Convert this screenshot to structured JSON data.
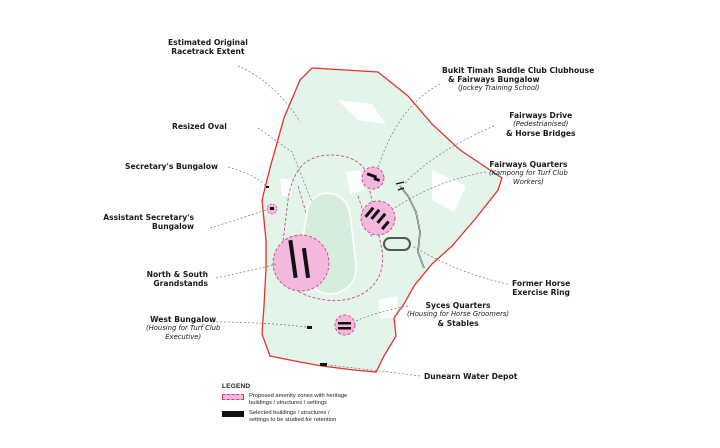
{
  "labels": {
    "racetrack": [
      "Estimated Original",
      "Racetrack Extent"
    ],
    "resized_oval": "Resized Oval",
    "secretary": "Secretary's Bungalow",
    "assistant": [
      "Assistant Secretary's",
      "Bungalow"
    ],
    "grandstands": [
      "North & South",
      "Grandstands"
    ],
    "west_bungalow": {
      "title": "West Bungalow",
      "sub": [
        "(Housing for Turf Club",
        "Executive)"
      ]
    },
    "clubhouse": {
      "title": [
        "Bukit Timah Saddle Club Clubhouse",
        "& Fairways Bungalow"
      ],
      "sub": "(Jockey Training School)"
    },
    "fairways_drive": {
      "title": "Fairways Drive",
      "sub": "(Pedestrianised)",
      "title2": "& Horse Bridges"
    },
    "fairways_quarters": {
      "title": "Fairways Quarters",
      "sub": [
        "(Kampong for Turf Club",
        "Workers)"
      ]
    },
    "exercise_ring": [
      "Former Horse",
      "Exercise Ring"
    ],
    "syces": {
      "title": "Syces Quarters",
      "sub": "(Housing for Horse Groomers)",
      "title2": "& Stables"
    },
    "dunearn": "Dunearn Water Depot"
  },
  "legend": {
    "title": "LEGEND",
    "items": [
      {
        "type": "pink",
        "text": [
          "Proposed amenity zones with heritage",
          "buildings / structures / settings"
        ]
      },
      {
        "type": "black",
        "text": [
          "Selected buildings / structures /",
          "settings to be studied for retention"
        ]
      }
    ]
  },
  "colors": {
    "site_fill": "#e3f4e8",
    "boundary": "#e5322d",
    "zone_fill": "#f3b8dc",
    "zone_stroke": "#cc3f99",
    "building": "#111111",
    "leader": "#777777"
  }
}
